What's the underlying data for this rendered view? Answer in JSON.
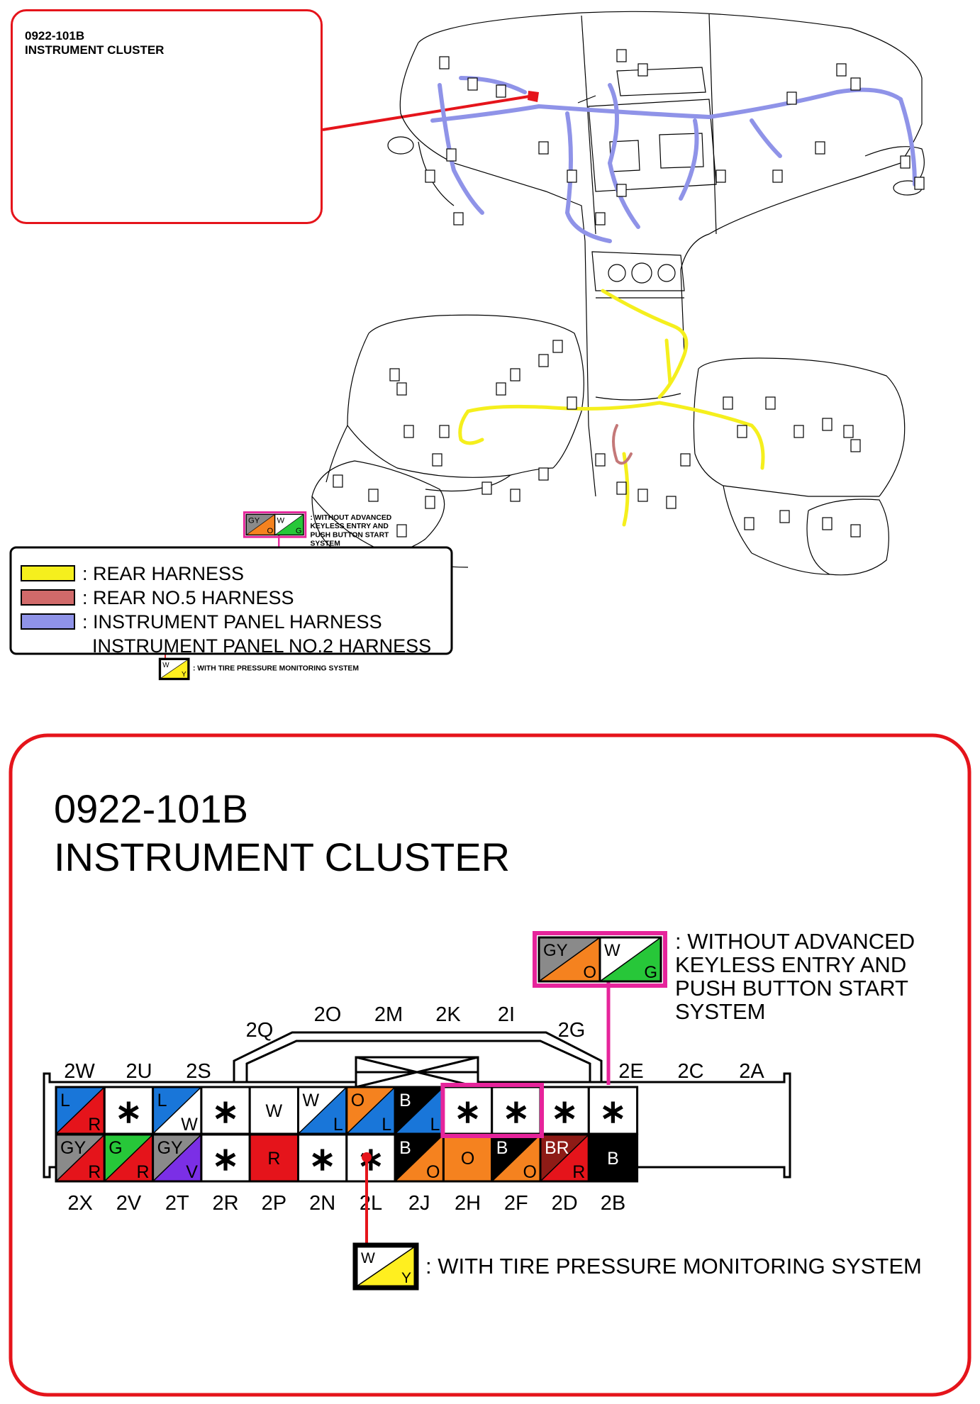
{
  "connector": {
    "id": "0922-101B",
    "name": "INSTRUMENT CLUSTER"
  },
  "notes": {
    "keyless": ": WITHOUT ADVANCED KEYLESS ENTRY AND PUSH BUTTON START SYSTEM",
    "keyless_lines": [
      ": WITHOUT ADVANCED",
      "KEYLESS ENTRY AND",
      "PUSH BUTTON START",
      "SYSTEM"
    ],
    "tpms": ": WITH TIRE PRESSURE MONITORING SYSTEM"
  },
  "legend": [
    {
      "color": "#f5ef1d",
      "label": ": REAR HARNESS"
    },
    {
      "color": "#d16a6a",
      "label": ": REAR NO.5 HARNESS"
    },
    {
      "color": "#8f93e8",
      "label": ": INSTRUMENT PANEL HARNESS"
    },
    {
      "color": "",
      "label": "INSTRUMENT PANEL NO.2 HARNESS"
    }
  ],
  "colors": {
    "frame_red": "#e5141b",
    "highlight_magenta": "#e6249b",
    "L": "#1976d9",
    "R": "#e5141b",
    "W": "#ffffff",
    "O": "#f5821f",
    "B": "#000000",
    "G": "#27c739",
    "GY": "#8a8a8a",
    "V": "#7b2fe6",
    "Y": "#ffef1f",
    "BR": "#8e1b16"
  },
  "pins": {
    "top_labels": [
      "2W",
      "2U",
      "2S",
      "",
      "",
      "",
      "",
      "",
      "2E",
      "2C",
      "2A"
    ],
    "upper_labels": [
      "2Q",
      "2O",
      "2M",
      "2K",
      "2I",
      "2G"
    ],
    "bottom_labels": [
      "2X",
      "2V",
      "2T",
      "2R",
      "2P",
      "2N",
      "2L",
      "2J",
      "2H",
      "2F",
      "2D",
      "2B"
    ],
    "top_row": [
      {
        "c1": "L",
        "c2": "R",
        "t1": "L",
        "t2": "R"
      },
      {
        "star": true
      },
      {
        "c1": "L",
        "c2": "W",
        "t1": "L",
        "t2": "W"
      },
      {
        "star": true
      },
      {
        "c1": "W",
        "t1": "W",
        "solid": true
      },
      {
        "c1": "W",
        "c2": "L",
        "t1": "W",
        "t2": "L"
      },
      {
        "c1": "O",
        "c2": "L",
        "t1": "O",
        "t2": "L"
      },
      {
        "c1": "B",
        "c2": "L",
        "t1": "B",
        "t2": "L"
      },
      {
        "star": true
      },
      {
        "star": true
      },
      {
        "star": true
      },
      {
        "star": true
      }
    ],
    "bottom_row": [
      {
        "c1": "GY",
        "c2": "R",
        "t1": "GY",
        "t2": "R"
      },
      {
        "c1": "G",
        "c2": "R",
        "t1": "G",
        "t2": "R"
      },
      {
        "c1": "GY",
        "c2": "V",
        "t1": "GY",
        "t2": "V"
      },
      {
        "star": true
      },
      {
        "c1": "R",
        "t1": "R",
        "solid": true
      },
      {
        "star": true
      },
      {
        "star": true
      },
      {
        "c1": "B",
        "c2": "O",
        "t1": "B",
        "t2": "O"
      },
      {
        "c1": "O",
        "t1": "O",
        "solid": true
      },
      {
        "c1": "B",
        "c2": "O",
        "t1": "B",
        "t2": "O"
      },
      {
        "c1": "BR",
        "c2": "R",
        "t1": "BR",
        "t2": "R"
      },
      {
        "c1": "B",
        "t1": "B",
        "solid": true
      }
    ],
    "keyless_alt": [
      {
        "c1": "GY",
        "c2": "O",
        "t1": "GY",
        "t2": "O"
      },
      {
        "c1": "W",
        "c2": "G",
        "t1": "W",
        "t2": "G"
      }
    ],
    "tpms_alt": {
      "c1": "W",
      "c2": "Y",
      "t1": "W",
      "t2": "Y"
    }
  }
}
